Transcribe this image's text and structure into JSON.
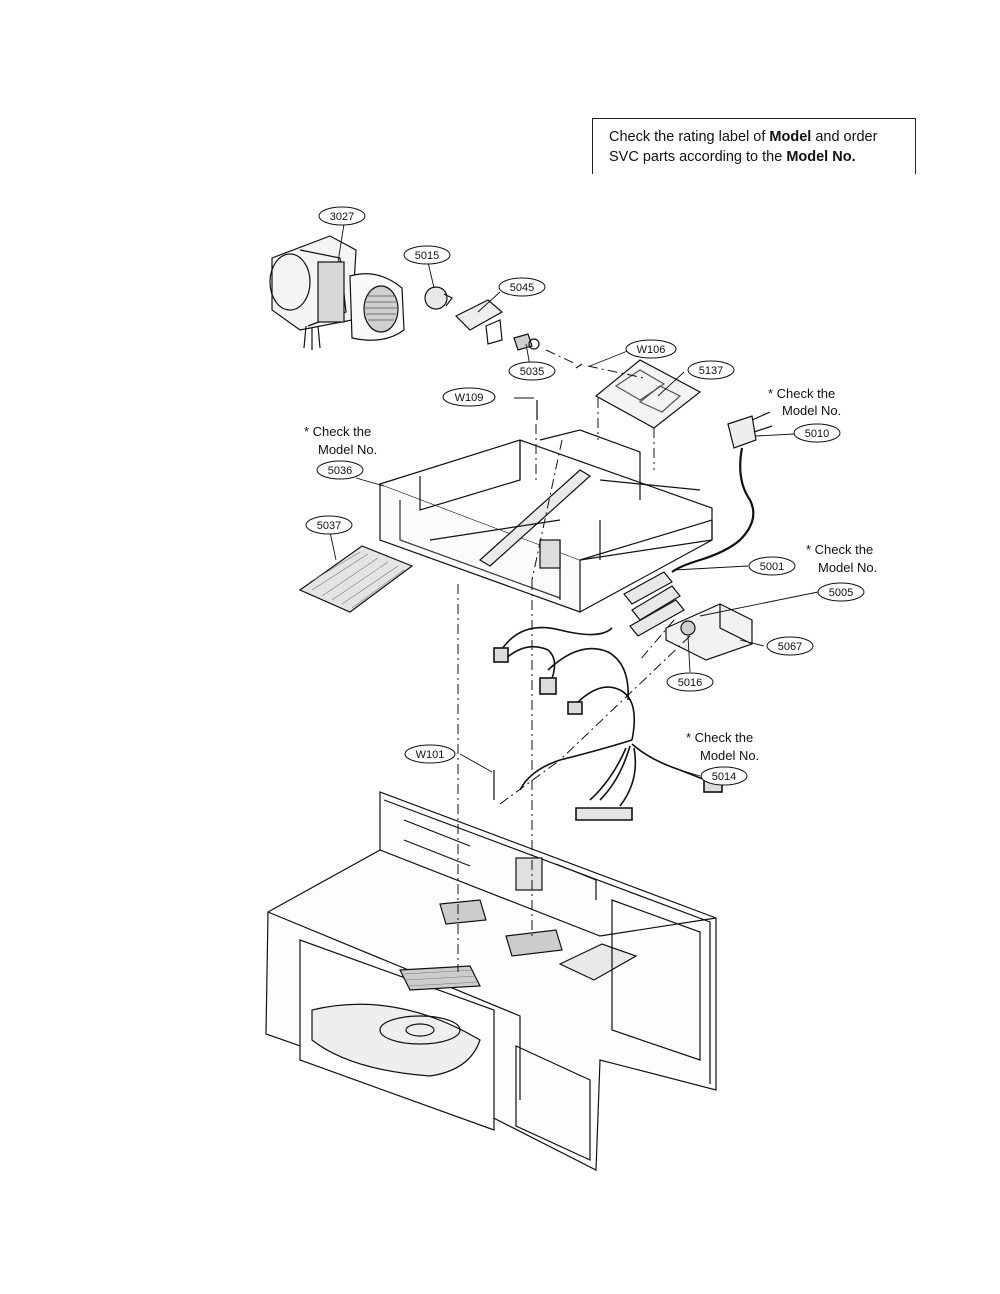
{
  "note": {
    "t1": "Check the rating label of ",
    "b1": "Model",
    "t2": " and order",
    "t3": "SVC parts according to the ",
    "b2": "Model No."
  },
  "callouts": {
    "c3027": "3027",
    "c5015": "5015",
    "c5045": "5045",
    "c5035": "5035",
    "cW106": "W106",
    "c5137": "5137",
    "cW109": "W109",
    "c5036": "5036",
    "c5037": "5037",
    "c5010": "5010",
    "c5001": "5001",
    "c5005": "5005",
    "c5067": "5067",
    "c5016": "5016",
    "cW101": "W101",
    "c5014": "5014"
  },
  "check_notes": {
    "line1": "* Check the",
    "line2": "Model No."
  }
}
